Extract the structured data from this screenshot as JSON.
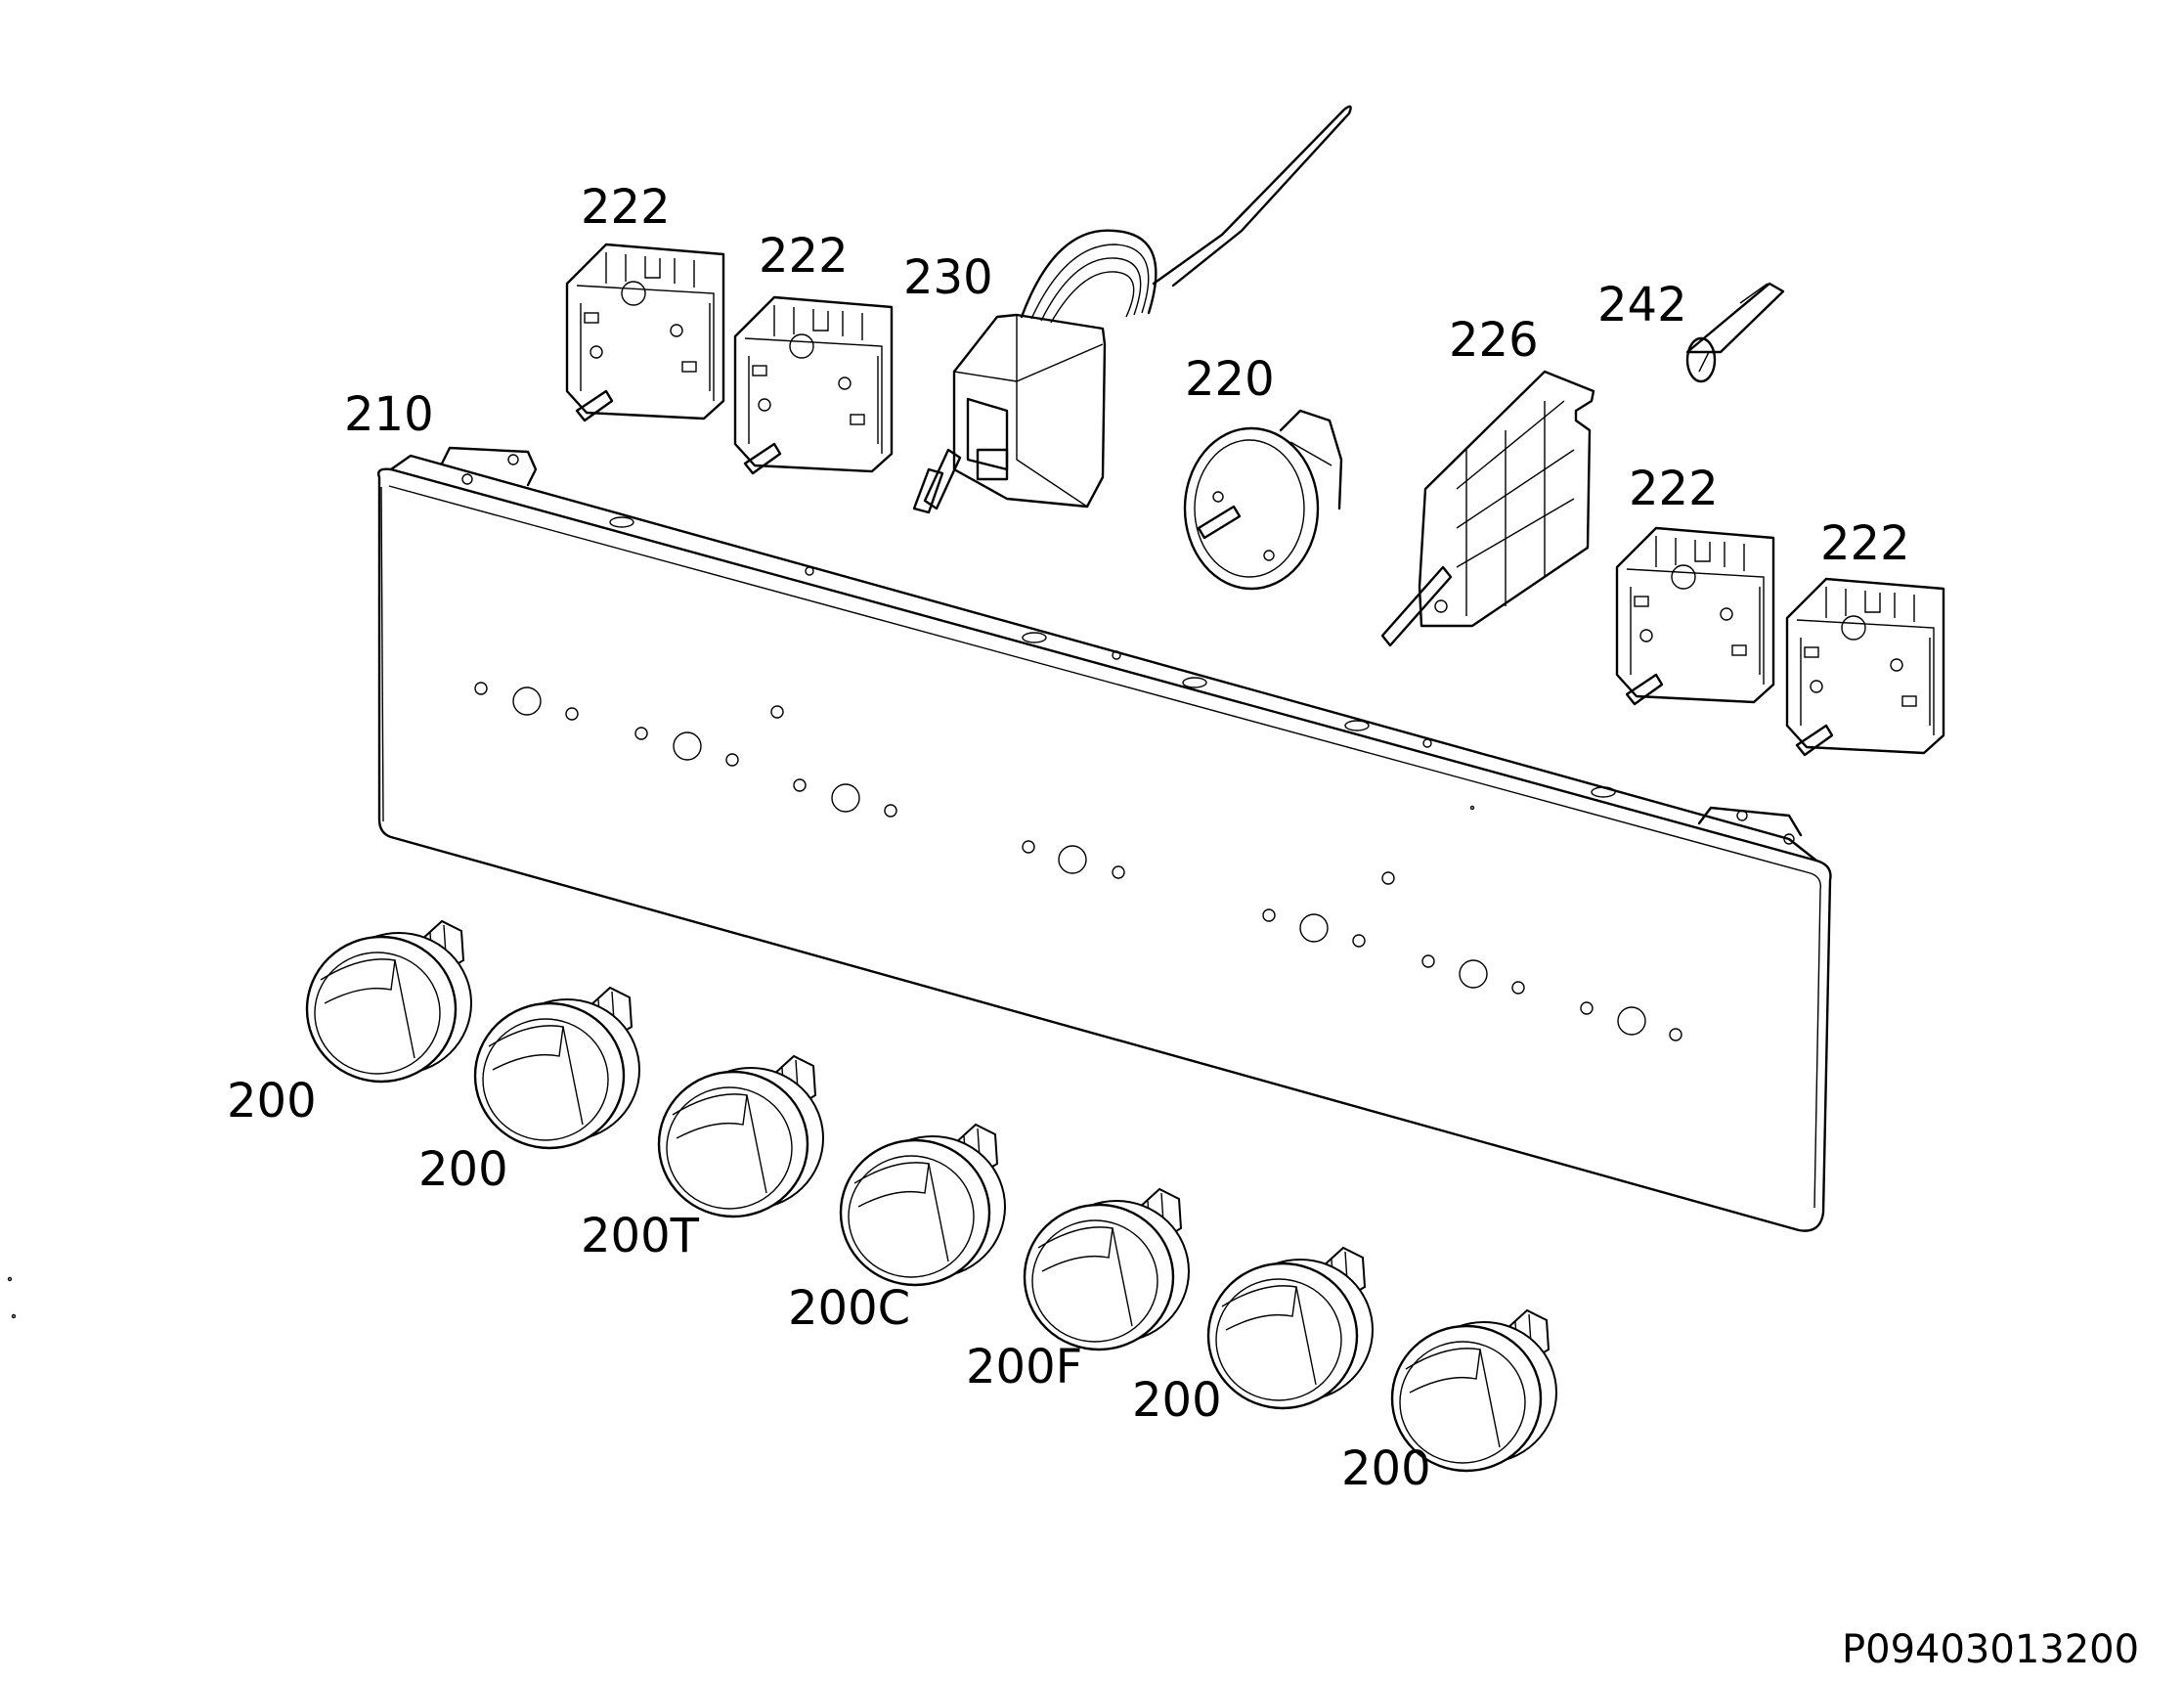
{
  "diagram_id": "P09403013200",
  "parts": {
    "p222a": "222",
    "p222b": "222",
    "p230": "230",
    "p220": "220",
    "p226": "226",
    "p242": "242",
    "p222c": "222",
    "p222d": "222",
    "p210": "210"
  },
  "knobs": [
    "200",
    "200",
    "200T",
    "200C",
    "200F",
    "200",
    "200"
  ]
}
